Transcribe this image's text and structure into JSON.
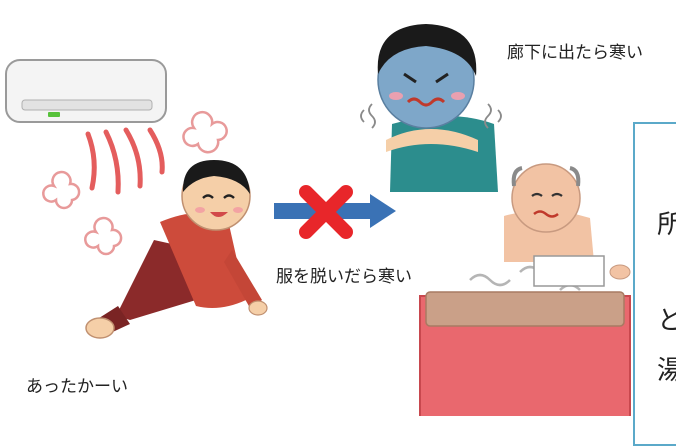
{
  "captions": {
    "hallway_cold": "廊下に出たら寒い",
    "undress_cold": "服を脱いだら寒い",
    "warm": "あったかーい"
  },
  "panel": {
    "line1": "所",
    "line2": "と",
    "line3": "湯"
  },
  "colors": {
    "accent_border": "#5ba9c9",
    "arrow_blue": "#3a72b5",
    "cross_red": "#e8262a",
    "heat_red": "#e45d5d",
    "bath_pink": "#e9686e"
  },
  "icons": [
    "air-conditioner-icon",
    "heat-wave-icon",
    "cross-mark-icon",
    "arrow-right-icon",
    "shiver-lines-icon",
    "steam-icon"
  ]
}
